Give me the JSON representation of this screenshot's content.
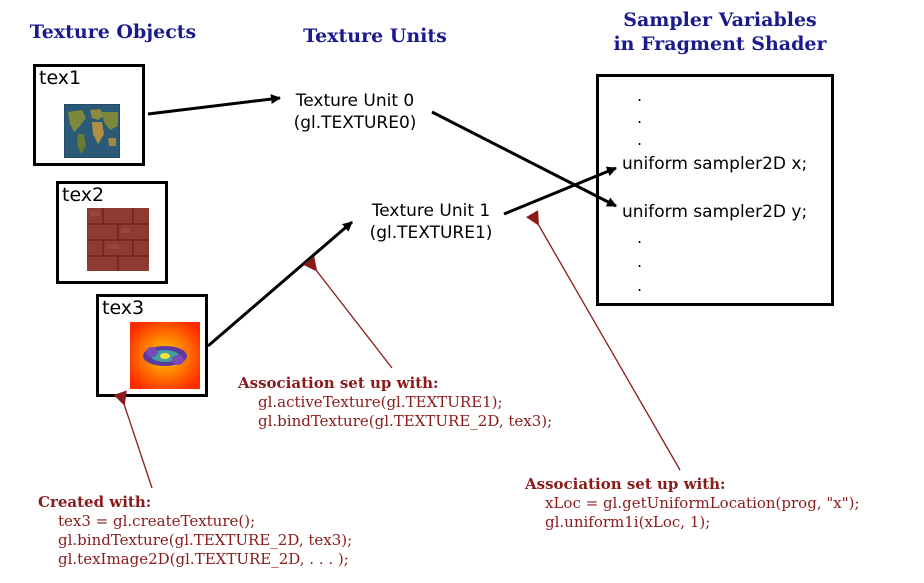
{
  "headers": {
    "texture_objects": "Texture Objects",
    "texture_units": "Texture Units",
    "sampler_line1": "Sampler Variables",
    "sampler_line2": "in Fragment Shader"
  },
  "textures": [
    {
      "label": "tex1",
      "image": "world-map"
    },
    {
      "label": "tex2",
      "image": "brick-wall"
    },
    {
      "label": "tex3",
      "image": "fractal"
    }
  ],
  "units": [
    {
      "line1": "Texture Unit 0",
      "line2": "(gl.TEXTURE0)"
    },
    {
      "line1": "Texture Unit 1",
      "line2": "(gl.TEXTURE1)"
    }
  ],
  "shader": {
    "dot": ".",
    "uniform_x": "uniform sampler2D x;",
    "uniform_y": "uniform sampler2D y;"
  },
  "notes": {
    "created": {
      "title": "Created with:",
      "lines": [
        "tex3 = gl.createTexture();",
        "gl.bindTexture(gl.TEXTURE_2D, tex3);",
        "gl.texImage2D(gl.TEXTURE_2D, . . . );"
      ]
    },
    "assoc_unit": {
      "title": "Association set up with:",
      "lines": [
        "gl.activeTexture(gl.TEXTURE1);",
        "gl.bindTexture(gl.TEXTURE_2D, tex3);"
      ]
    },
    "assoc_sampler": {
      "title": "Association set up with:",
      "lines": [
        "xLoc = gl.getUniformLocation(prog, \"x\");",
        "gl.uniform1i(xLoc, 1);"
      ]
    }
  },
  "colors": {
    "header": "#1a1a8c",
    "note": "#8b1a1a",
    "arrow": "#000000"
  }
}
